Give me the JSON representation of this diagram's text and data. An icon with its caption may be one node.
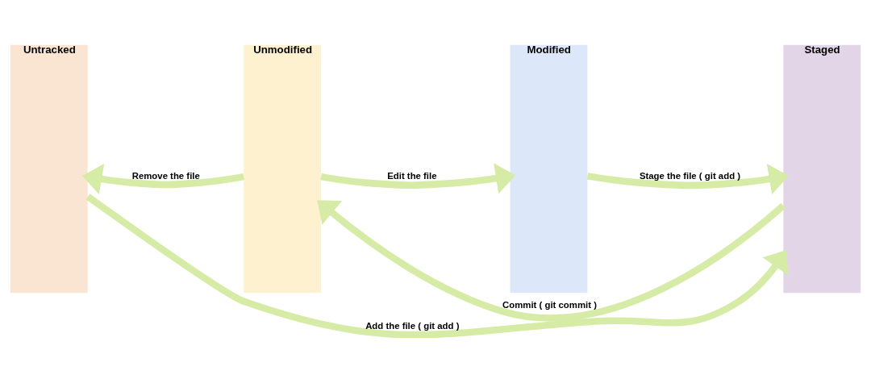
{
  "diagram": {
    "nodes": [
      {
        "text": [
          "Untracked"
        ]
      },
      {
        "text": [
          "Unmodified"
        ]
      },
      {
        "text": [
          "Modified"
        ]
      },
      {
        "text": [
          "Staged"
        ]
      }
    ],
    "edges": [
      {
        "from": 0,
        "to": 3,
        "arrow": "to",
        "label": "Add the file ( git add )"
      },
      {
        "from": 1,
        "to": 2,
        "arrow": "to",
        "label": "Edit the file"
      },
      {
        "from": 2,
        "to": 3,
        "arrow": "to",
        "label": "Stage the file ( git add )"
      },
      {
        "from": 1,
        "to": 0,
        "arrow": "to",
        "label": "Remove the file"
      },
      {
        "from": 3,
        "to": 1,
        "arrow": "to",
        "label": "Commit ( git commit )"
      }
    ]
  }
}
